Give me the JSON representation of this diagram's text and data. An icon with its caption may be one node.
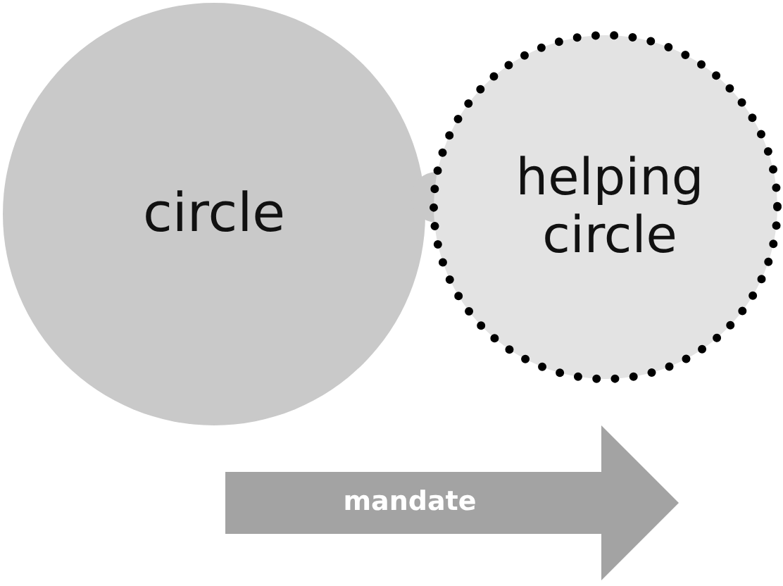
{
  "diagram": {
    "nodes": [
      {
        "text": [
          "circle"
        ]
      },
      {
        "text": [
          "helping circle"
        ]
      },
      {
        "text": [
          "mandate"
        ]
      }
    ]
  }
}
